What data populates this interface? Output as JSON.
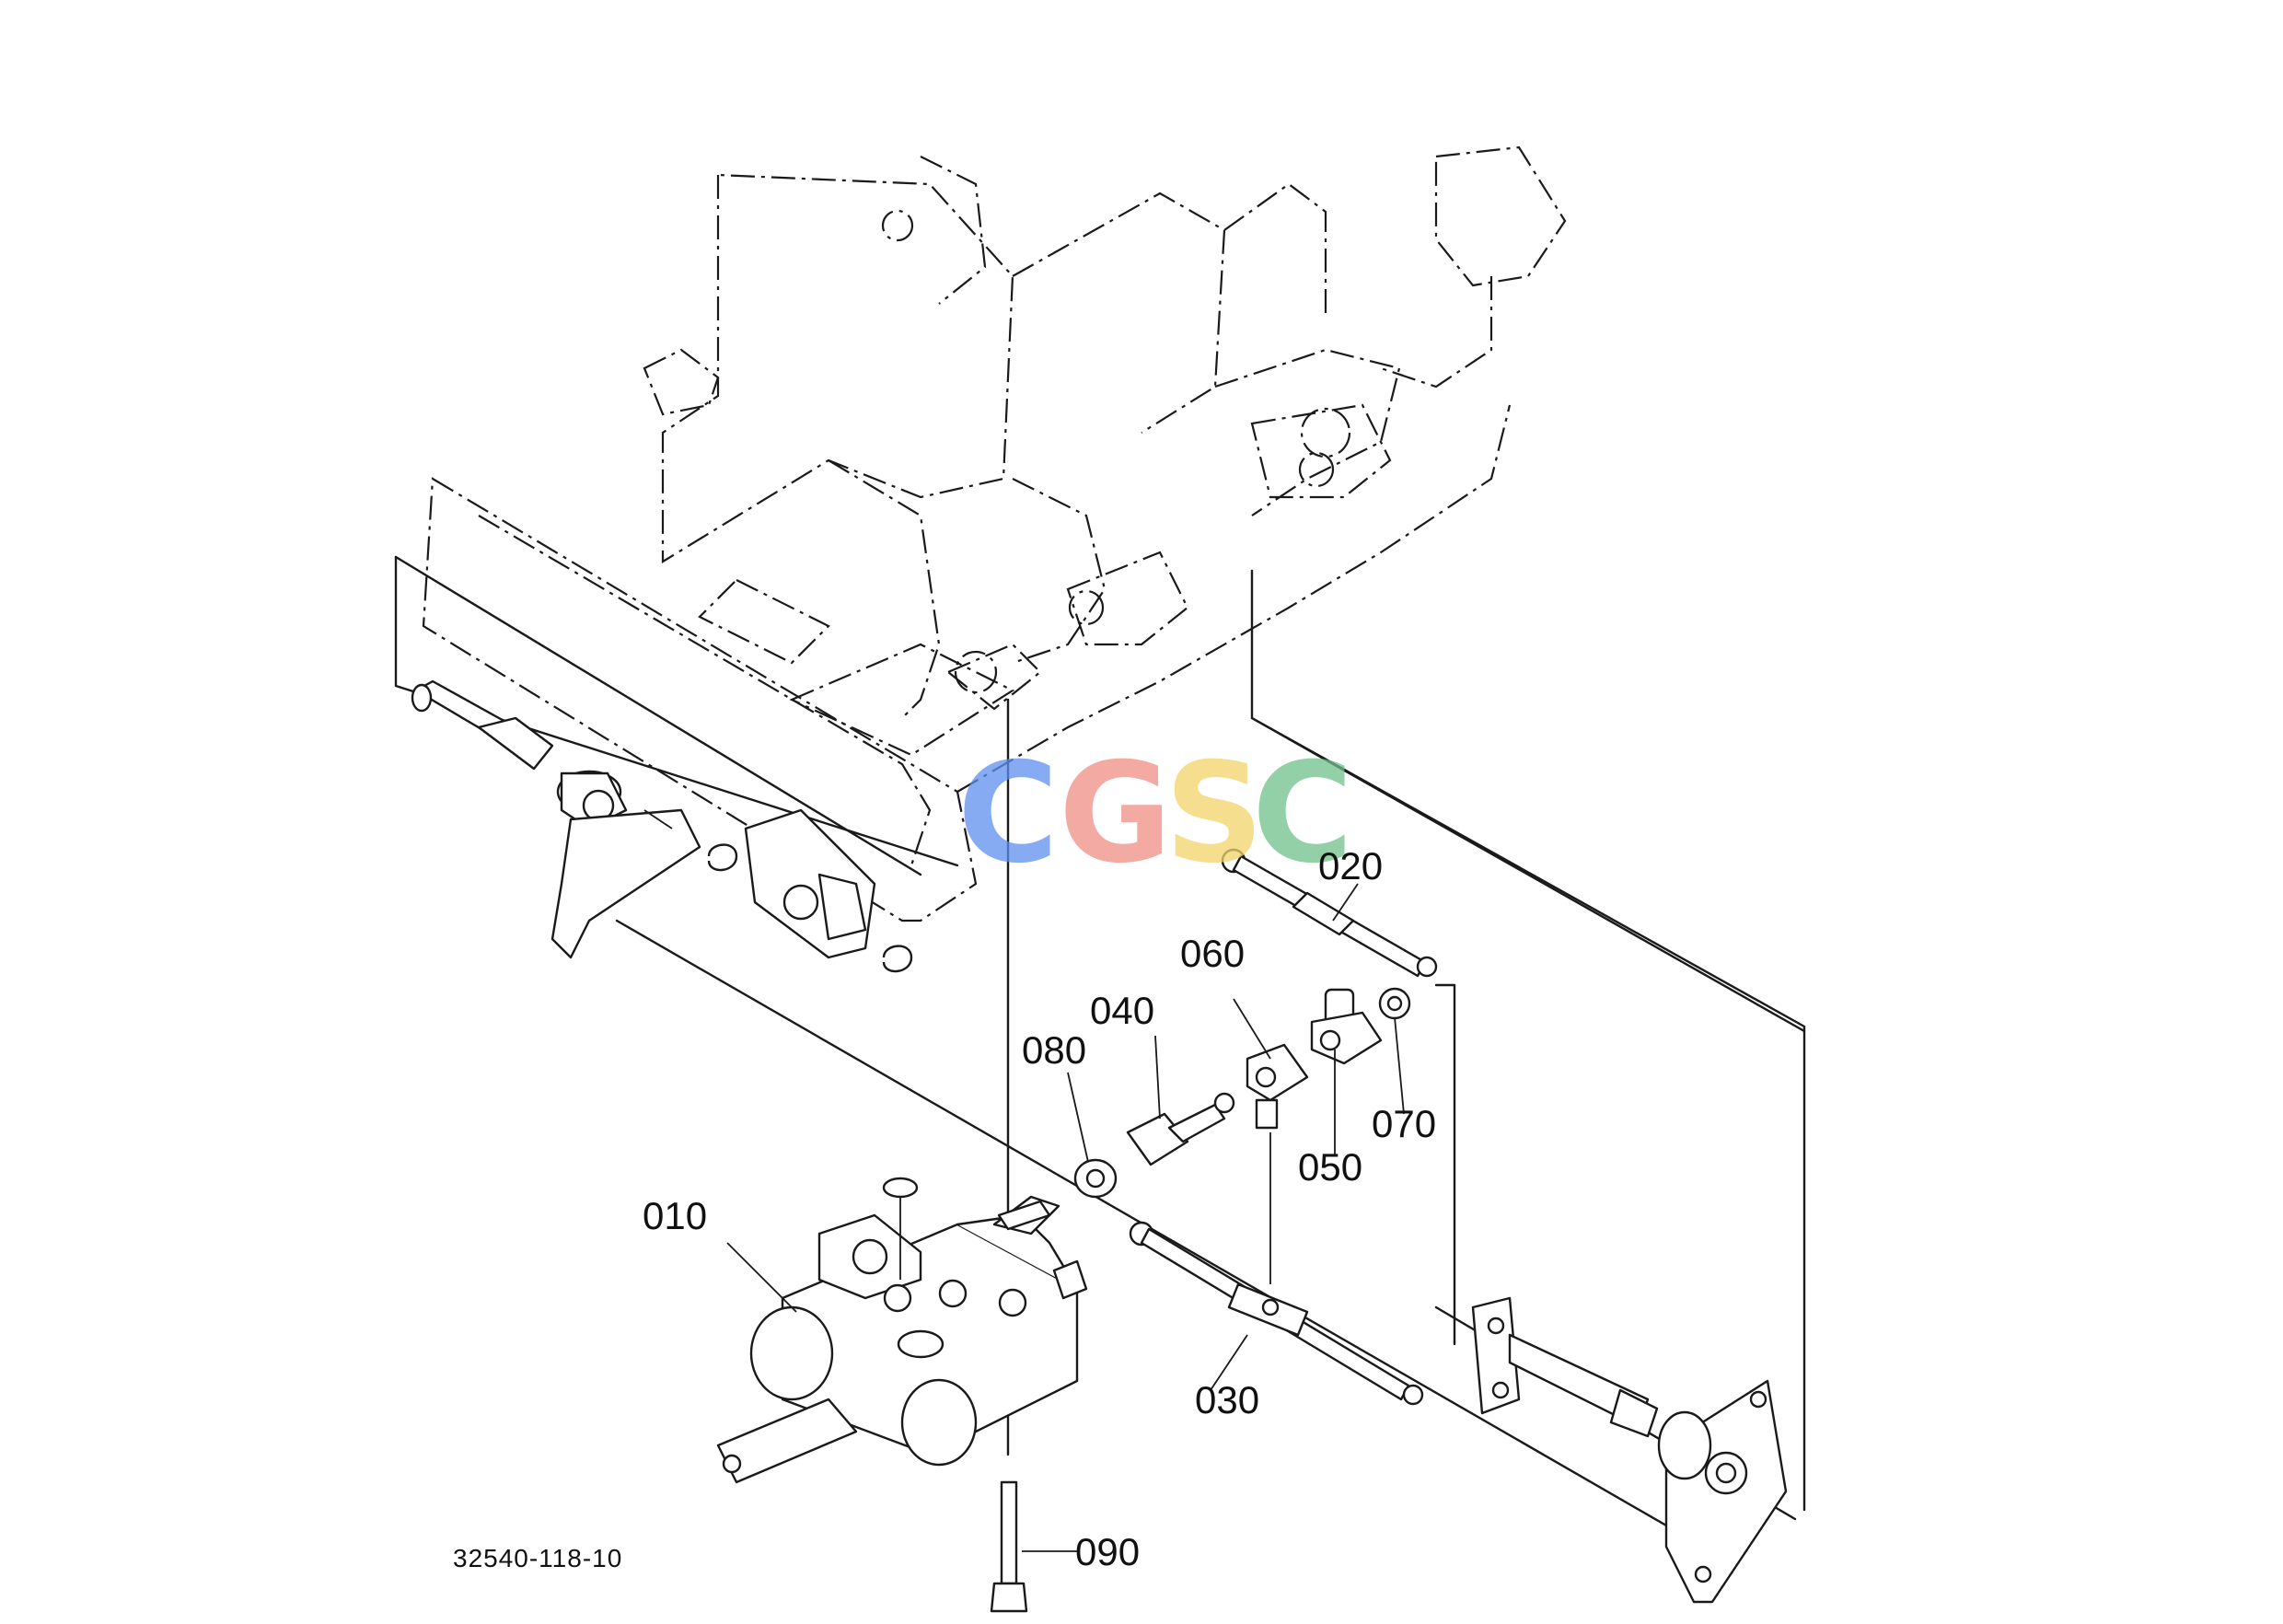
{
  "watermark": {
    "letters": [
      "C",
      "G",
      "S",
      "C"
    ],
    "colors": [
      "#5f8ff0",
      "#ef8e84",
      "#f3d46a",
      "#6fbf8a"
    ]
  },
  "callouts": {
    "p010": "010",
    "p020": "020",
    "p030": "030",
    "p040": "040",
    "p050": "050",
    "p060": "060",
    "p070": "070",
    "p080": "080",
    "p090": "090"
  },
  "drawing_number": "32540-118-10"
}
